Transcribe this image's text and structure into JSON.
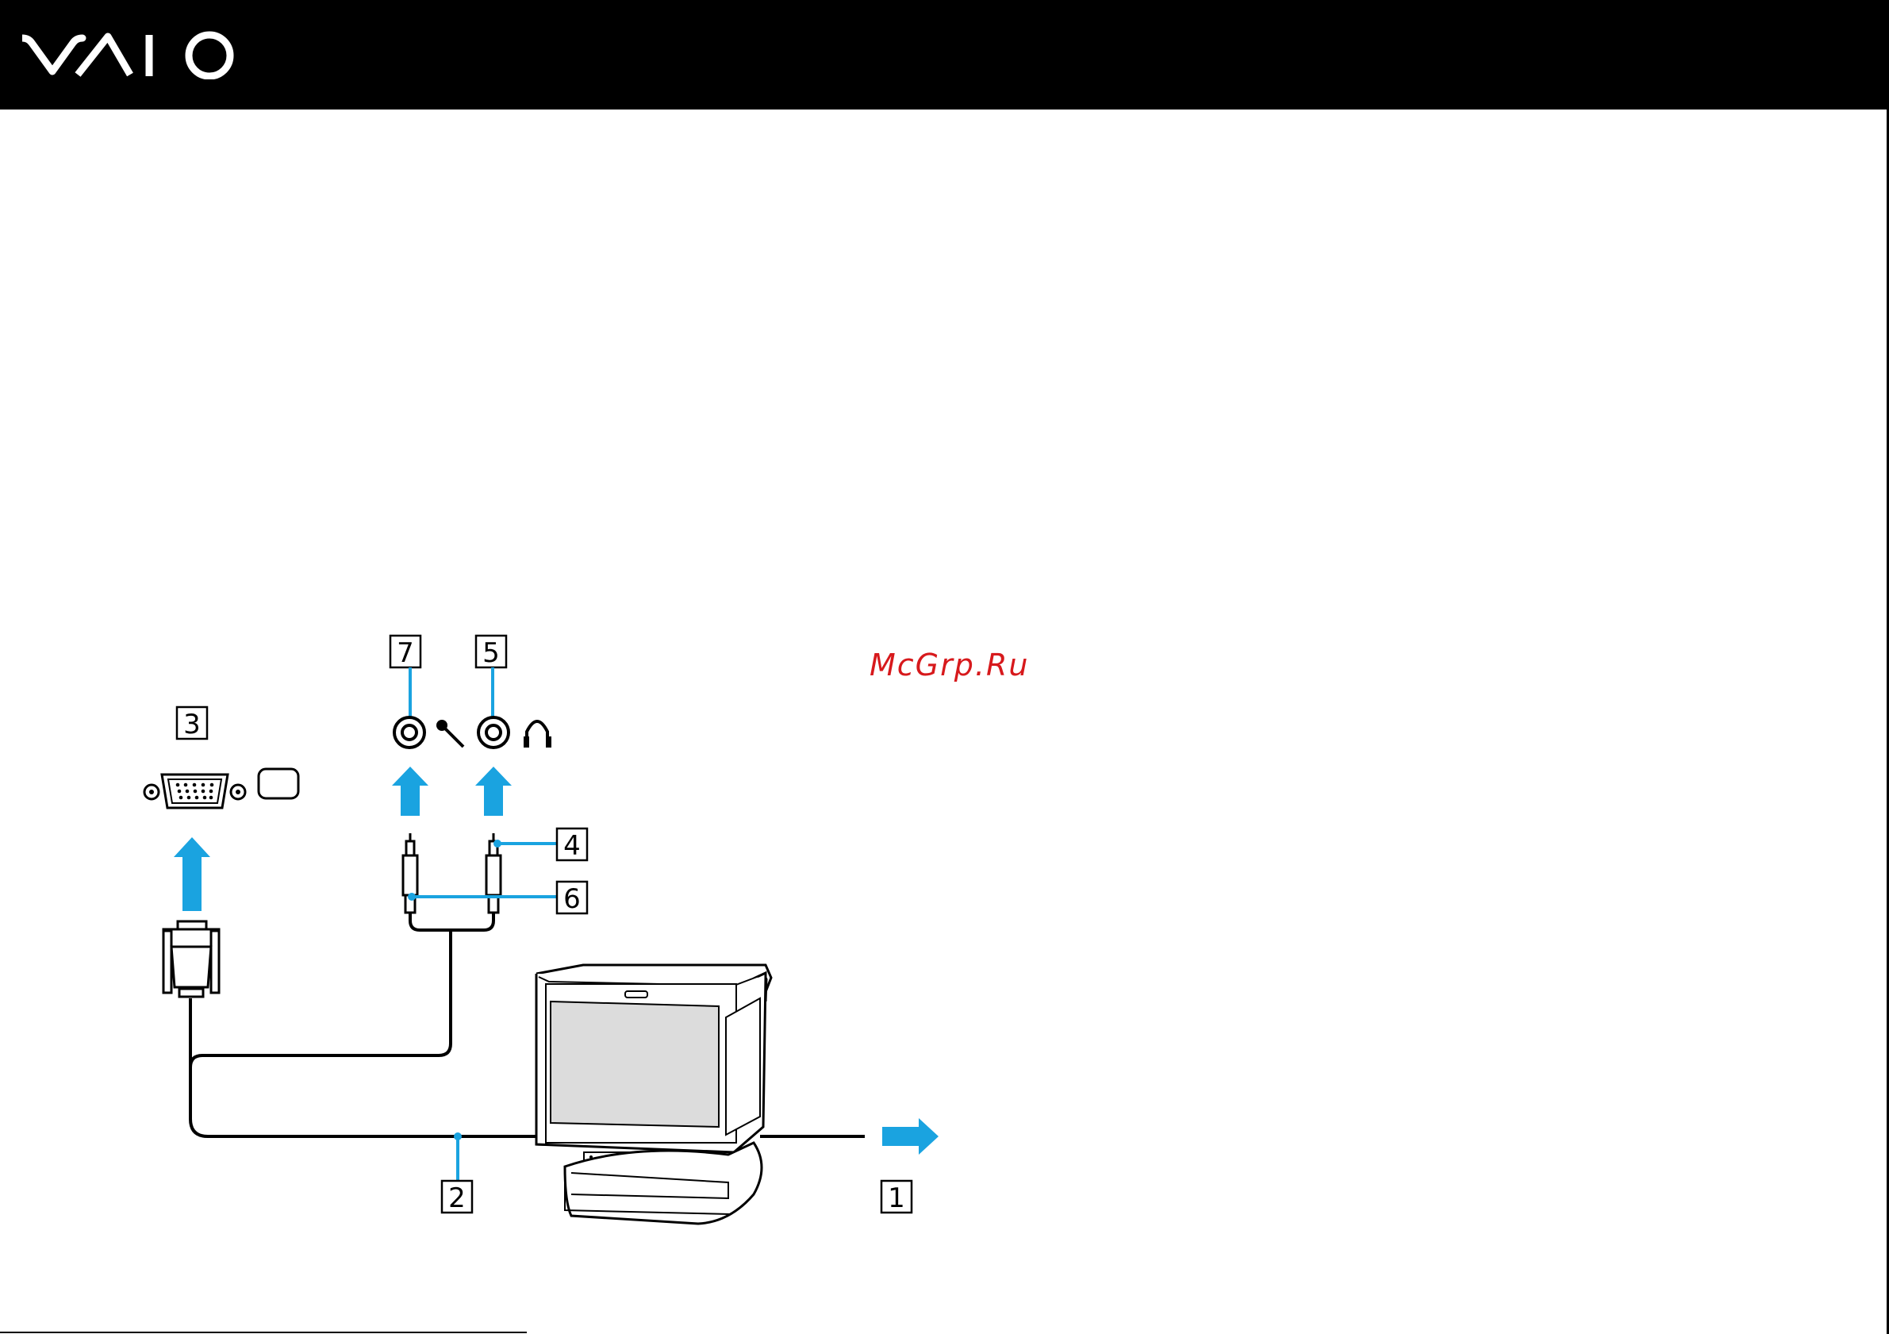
{
  "header": {
    "logo_text": "VAIO",
    "background": "#000000"
  },
  "diagram": {
    "callouts": [
      {
        "id": "callout-1",
        "label": "1"
      },
      {
        "id": "callout-2",
        "label": "2"
      },
      {
        "id": "callout-3",
        "label": "3"
      },
      {
        "id": "callout-4",
        "label": "4"
      },
      {
        "id": "callout-5",
        "label": "5"
      },
      {
        "id": "callout-6",
        "label": "6"
      },
      {
        "id": "callout-7",
        "label": "7"
      }
    ],
    "icons": [
      "vga-port-icon",
      "monitor-port-icon",
      "microphone-jack-icon",
      "microphone-icon",
      "headphone-jack-icon",
      "headphones-icon",
      "monitor-icon",
      "vga-plug-icon",
      "audio-plug-icon"
    ],
    "arrow_color": "#1aa3e0"
  },
  "watermark": "McGrp.Ru"
}
